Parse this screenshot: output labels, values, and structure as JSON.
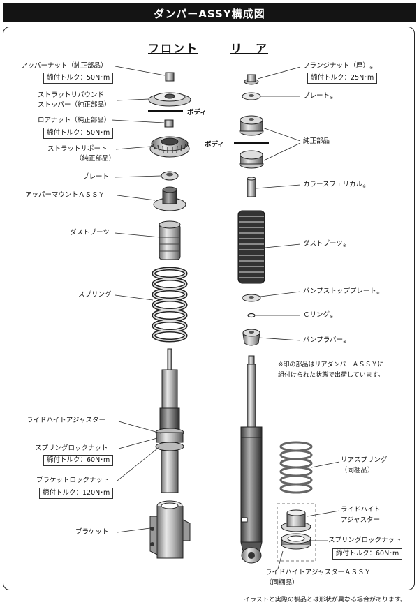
{
  "title": "ダンパーASSY構成図",
  "headers": {
    "front": "フロント",
    "rear": "リ　ア"
  },
  "body_label": "ボディ",
  "front_labels": {
    "upper_nut": "アッパーナット（純正部品）",
    "upper_nut_torque": "締付トルク：50N･m",
    "rebound_stopper_1": "ストラットリバウンド",
    "rebound_stopper_2": "ストッパー（純正部品）",
    "lower_nut": "ロアナット（純正部品）",
    "lower_nut_torque": "締付トルク：50N･m",
    "strut_support_1": "ストラットサポート",
    "strut_support_2": "（純正部品）",
    "plate": "プレート",
    "upper_mount": "アッパーマウントＡＳＳＹ",
    "dust_boot": "ダストブーツ",
    "spring": "スプリング",
    "ride_height_adjuster": "ライドハイトアジャスター",
    "spring_lock_nut": "スプリングロックナット",
    "spring_lock_nut_torque": "締付トルク：60N･m",
    "bracket_lock_nut": "ブラケットロックナット",
    "bracket_lock_nut_torque": "締付トルク：120N･m",
    "bracket": "ブラケット"
  },
  "rear_labels": {
    "flange_nut": "フランジナット（厚）",
    "flange_nut_torque": "締付トルク：25N･m",
    "plate": "プレート",
    "oem_parts": "純正部品",
    "collar": "カラースフェリカル",
    "dust_boot": "ダストブーツ",
    "bump_stop_plate": "バンプストッププレート",
    "c_ring": "Ｃリング",
    "bump_rubber": "バンプラバー",
    "rear_spring_1": "リアスプリング",
    "rear_spring_2": "（同梱品）",
    "ride_height_1": "ライドハイト",
    "ride_height_2": "アジャスター",
    "spring_lock_nut": "スプリングロックナット",
    "spring_lock_nut_torque": "締付トルク：60N･m",
    "ride_height_assy_1": "ライドハイトアジャスターＡＳＳＹ",
    "ride_height_assy_2": "（同梱品）"
  },
  "asterisk": "※",
  "note_line_1": "※印の部品はリアダンパーＡＳＳＹに",
  "note_line_2": "組付けられた状態で出荷しています。",
  "footer": "イラストと実際の製品とは形状が異なる場合があります。"
}
